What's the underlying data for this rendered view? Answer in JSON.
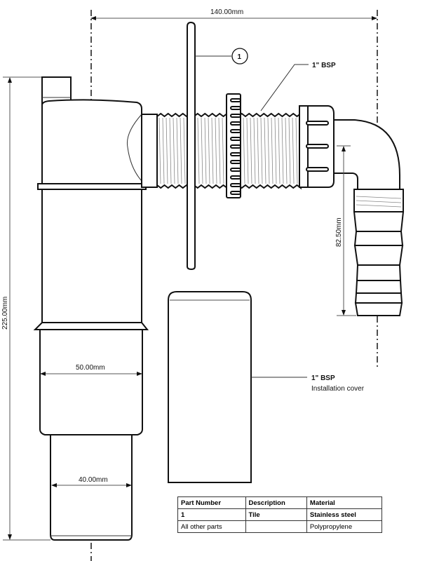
{
  "drawing": {
    "title": "Washing machine / dishwasher waste trap with wall outlet",
    "dimensions": {
      "overall_width": "140.00mm",
      "overall_height": "225.00mm",
      "outlet_height": "82.50mm",
      "body_diameter": "50.00mm",
      "outlet_diameter": "40.00mm"
    },
    "callouts": {
      "part_balloon": "1",
      "thread_label": "1\" BSP",
      "cover_label_line1": "1\" BSP",
      "cover_label_line2": "Installation cover"
    }
  },
  "parts_table": {
    "headers": [
      "Part Number",
      "Description",
      "Material"
    ],
    "rows": [
      [
        "1",
        "Tile",
        "Stainless steel"
      ],
      [
        "All other parts",
        "",
        "Polypropylene"
      ]
    ]
  }
}
